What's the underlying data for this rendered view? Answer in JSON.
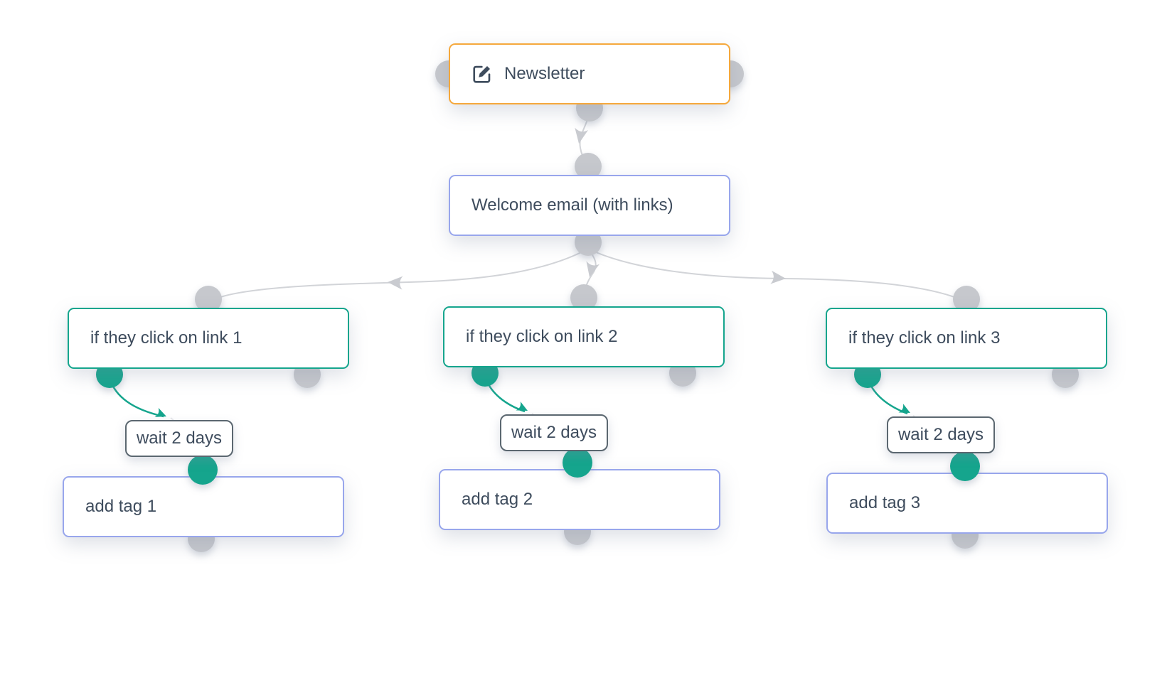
{
  "flow": {
    "nodes": {
      "newsletter": {
        "label": "Newsletter",
        "icon": "edit-icon",
        "accent": "#f5a83c"
      },
      "welcome_email": {
        "label": "Welcome email (with links)",
        "accent": "#98a6ec"
      },
      "condition_1": {
        "label": "if they click on link 1",
        "accent": "#15a58d"
      },
      "condition_2": {
        "label": "if they click on link 2",
        "accent": "#15a58d"
      },
      "condition_3": {
        "label": "if they click on link 3",
        "accent": "#15a58d"
      },
      "wait_1": {
        "label": "wait 2 days",
        "accent": "#5b6770"
      },
      "wait_2": {
        "label": "wait 2 days",
        "accent": "#5b6770"
      },
      "wait_3": {
        "label": "wait 2 days",
        "accent": "#5b6770"
      },
      "add_tag_1": {
        "label": "add tag 1",
        "accent": "#98a6ec"
      },
      "add_tag_2": {
        "label": "add tag 2",
        "accent": "#98a6ec"
      },
      "add_tag_3": {
        "label": "add tag 3",
        "accent": "#98a6ec"
      }
    },
    "colors": {
      "background": "#ffffff",
      "text": "#3e4c5d",
      "edge_gray": "#d2d4d8",
      "edge_faint": "#e6e7ea",
      "port_gray": "#c6c8cd",
      "teal": "#15a58d",
      "trigger_orange": "#f5a83c",
      "action_periwinkle": "#98a6ec",
      "wait_border": "#5b6770"
    }
  }
}
